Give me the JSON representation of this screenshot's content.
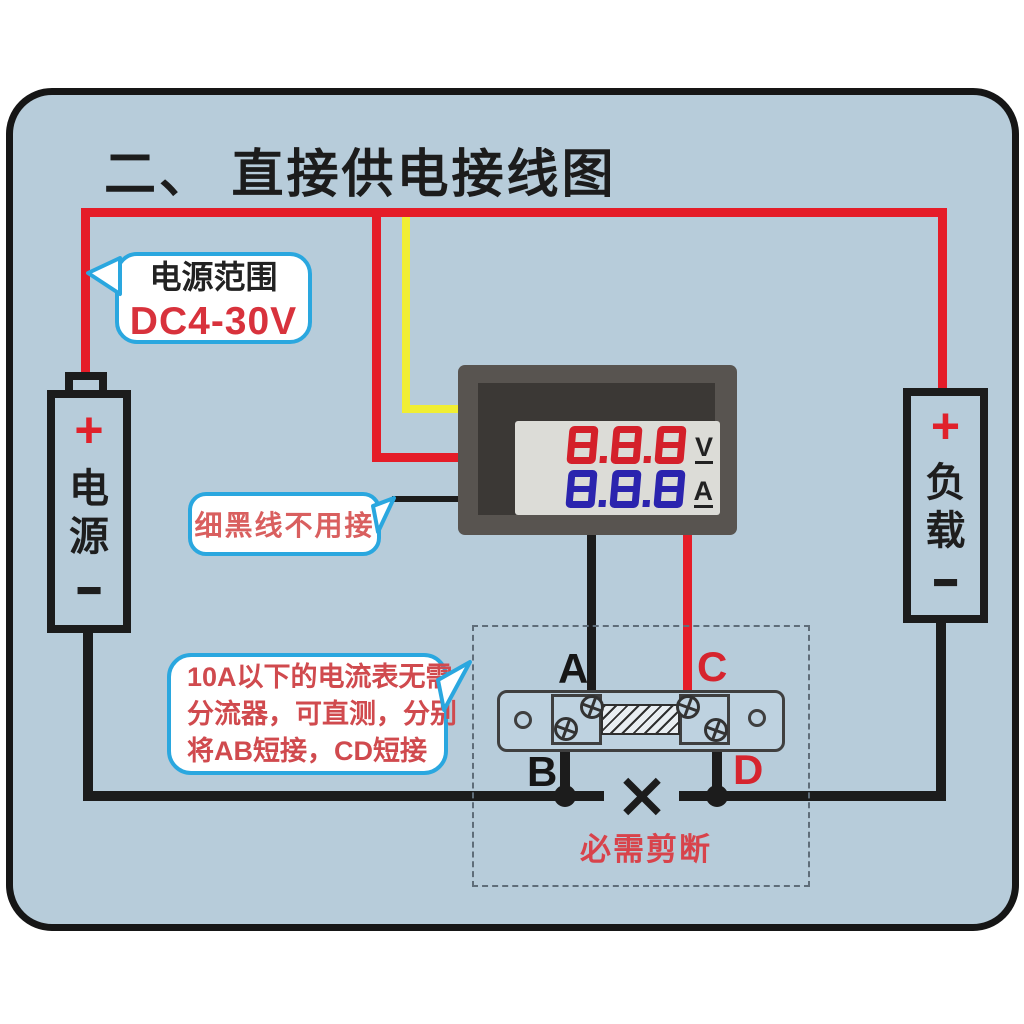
{
  "title": "二、 直接供电接线图",
  "callouts": {
    "power_range": {
      "line1": "电源范围",
      "line2": "DC4-30V"
    },
    "thin_black_wire": "细黑线不用接",
    "shunt_note": {
      "line1": "10A以下的电流表无需",
      "line2": "分流器，可直测，分别",
      "line3": "将AB短接，CD短接"
    },
    "cut_note": "必需剪断"
  },
  "meter": {
    "volt_value": "8.8.8",
    "volt_unit": "V",
    "amp_value": "8.8.8",
    "amp_unit": "A"
  },
  "source": {
    "plus": "+",
    "label": "电源",
    "minus": "−"
  },
  "load": {
    "plus": "+",
    "label": "负载",
    "minus": "−"
  },
  "shunt": {
    "terminal_a": "A",
    "terminal_b": "B",
    "terminal_c": "C",
    "terminal_d": "D"
  },
  "colors": {
    "panel_bg": "#b7ccda",
    "wire_red": "#e51c28",
    "wire_yellow": "#f0ee33",
    "wire_black": "#1c1c1c",
    "bubble_border": "#2aa7df",
    "digit_red": "#d4202a",
    "digit_blue": "#2b24ae",
    "label_red": "#d6242e"
  }
}
